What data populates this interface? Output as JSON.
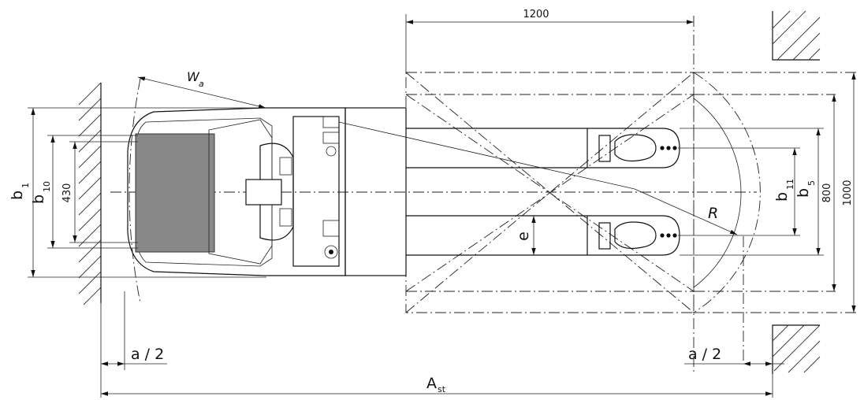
{
  "labels": {
    "dim_top": "1200",
    "wa_main": "W",
    "wa_sub": "a",
    "b1_main": "b",
    "b1_sub": "1",
    "b10_main": "b",
    "b10_sub": "10",
    "dim_430": "430",
    "e": "e",
    "r": "R",
    "b11_main": "b",
    "b11_sub": "11",
    "b5_main": "b",
    "b5_sub": "5",
    "dim_800": "800",
    "dim_1000": "1000",
    "a2_left": "a / 2",
    "a2_right": "a / 2",
    "ast_main": "A",
    "ast_sub": "st"
  }
}
